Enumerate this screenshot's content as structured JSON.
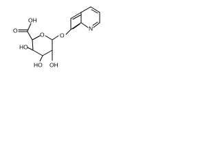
{
  "molecule": {
    "atoms": {
      "carboxyl_oxygen": "O",
      "carboxyl_hydroxyl": "OH",
      "ring_oxygen": "O",
      "glycosidic_oxygen": "O",
      "hydroxyl_c4": "HO",
      "hydroxyl_c3": "HO",
      "hydroxyl_c2": "OH",
      "quinoline_nitrogen": "N"
    }
  }
}
